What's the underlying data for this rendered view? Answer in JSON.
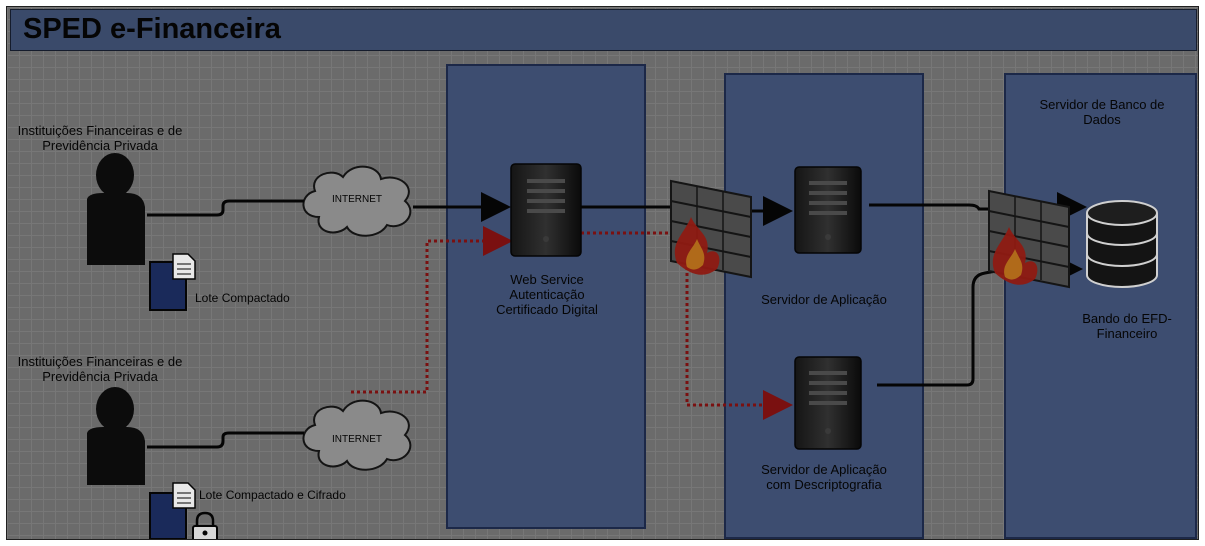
{
  "title": "SPED e-Financeira",
  "zones": {
    "web_service_label": "Web Service\nAutenticação\nCertificado Digital",
    "db_server_label": "Servidor de Banco de\nDados"
  },
  "actors": [
    {
      "label": "Instituições Financeiras e de\nPrevidência Privada",
      "doc": "Lote Compactado",
      "cloud": "INTERNET"
    },
    {
      "label": "Instituições Financeiras e de\nPrevidência Privada",
      "doc": "Lote Compactado e Cifrado",
      "cloud": "INTERNET"
    }
  ],
  "servers": {
    "app_server": "Servidor de Aplicação",
    "app_server_decrypt": "Servidor de Aplicação\ncom Descriptografia",
    "database": "Bando do EFD-\nFinanceiro"
  },
  "colors": {
    "zone_fill": "#3d4d70",
    "grid_bg": "#6b6b6b",
    "secure_flow": "#7a1010",
    "plain_flow": "#050505"
  }
}
